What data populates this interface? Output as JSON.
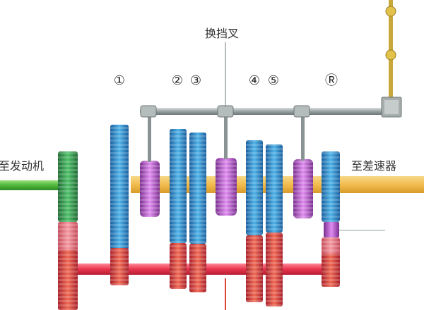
{
  "labels": {
    "shift_fork": "换挡叉",
    "engine": "至发动机",
    "differential": "至差速器"
  },
  "gear_numbers": [
    "①",
    "②",
    "③",
    "④",
    "⑤",
    "Ⓡ"
  ],
  "colors": {
    "output_shaft": "#f3c561",
    "input_shaft": "#5fbf3f",
    "countershaft": "#e63c4f",
    "driven_gear": "#2d86cc",
    "counter_gear": "#e0453c",
    "input_gear_top": "#2a9b4a",
    "synchronizer": "#b556c6",
    "selector_rod": "#9aa3a3",
    "linkage": "#c9a83b"
  }
}
